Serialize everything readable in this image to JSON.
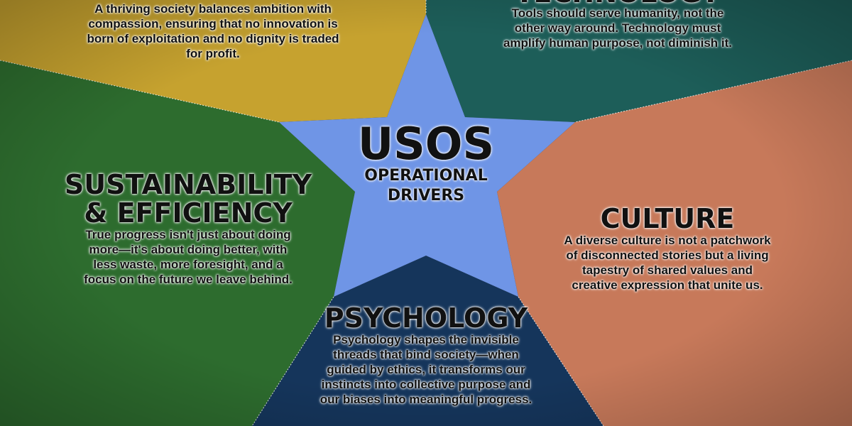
{
  "colors": {
    "humanity_panel": "#c6a22f",
    "technology_panel": "#1d5e59",
    "sustainability_panel": "#2d6c2e",
    "culture_panel": "#c7795a",
    "psychology_panel": "#15355b",
    "star": "#6f95e6"
  },
  "center": {
    "title": "USOS",
    "subtitle_line1": "OPERATIONAL",
    "subtitle_line2": "DRIVERS"
  },
  "panels": {
    "top_left": {
      "body": [
        "A thriving society balances ambition with",
        "compassion, ensuring that no innovation is",
        "born of exploitation and no dignity is traded",
        "for profit."
      ]
    },
    "technology": {
      "title": "TECHNOLOGY",
      "body": [
        "Tools should serve humanity, not the",
        "other way around. Technology must",
        "amplify human purpose, not diminish it."
      ]
    },
    "sustainability": {
      "title_line1": "SUSTAINABILITY",
      "title_line2": "& EFFICIENCY",
      "body": [
        "True progress isn't just about doing",
        "more—it's about doing better, with",
        "less waste, more foresight, and a",
        "focus on the future we leave behind."
      ]
    },
    "culture": {
      "title": "CULTURE",
      "body": [
        "A diverse culture is not a patchwork",
        "of disconnected stories but a living",
        "tapestry of shared values and",
        "creative expression that unite us."
      ]
    },
    "psychology": {
      "title": "PSYCHOLOGY",
      "body": [
        "Psychology shapes the invisible",
        "threads that bind society—when",
        "guided by ethics, it transforms our",
        "instincts into collective purpose and",
        "our biases into meaningful progress."
      ]
    }
  }
}
